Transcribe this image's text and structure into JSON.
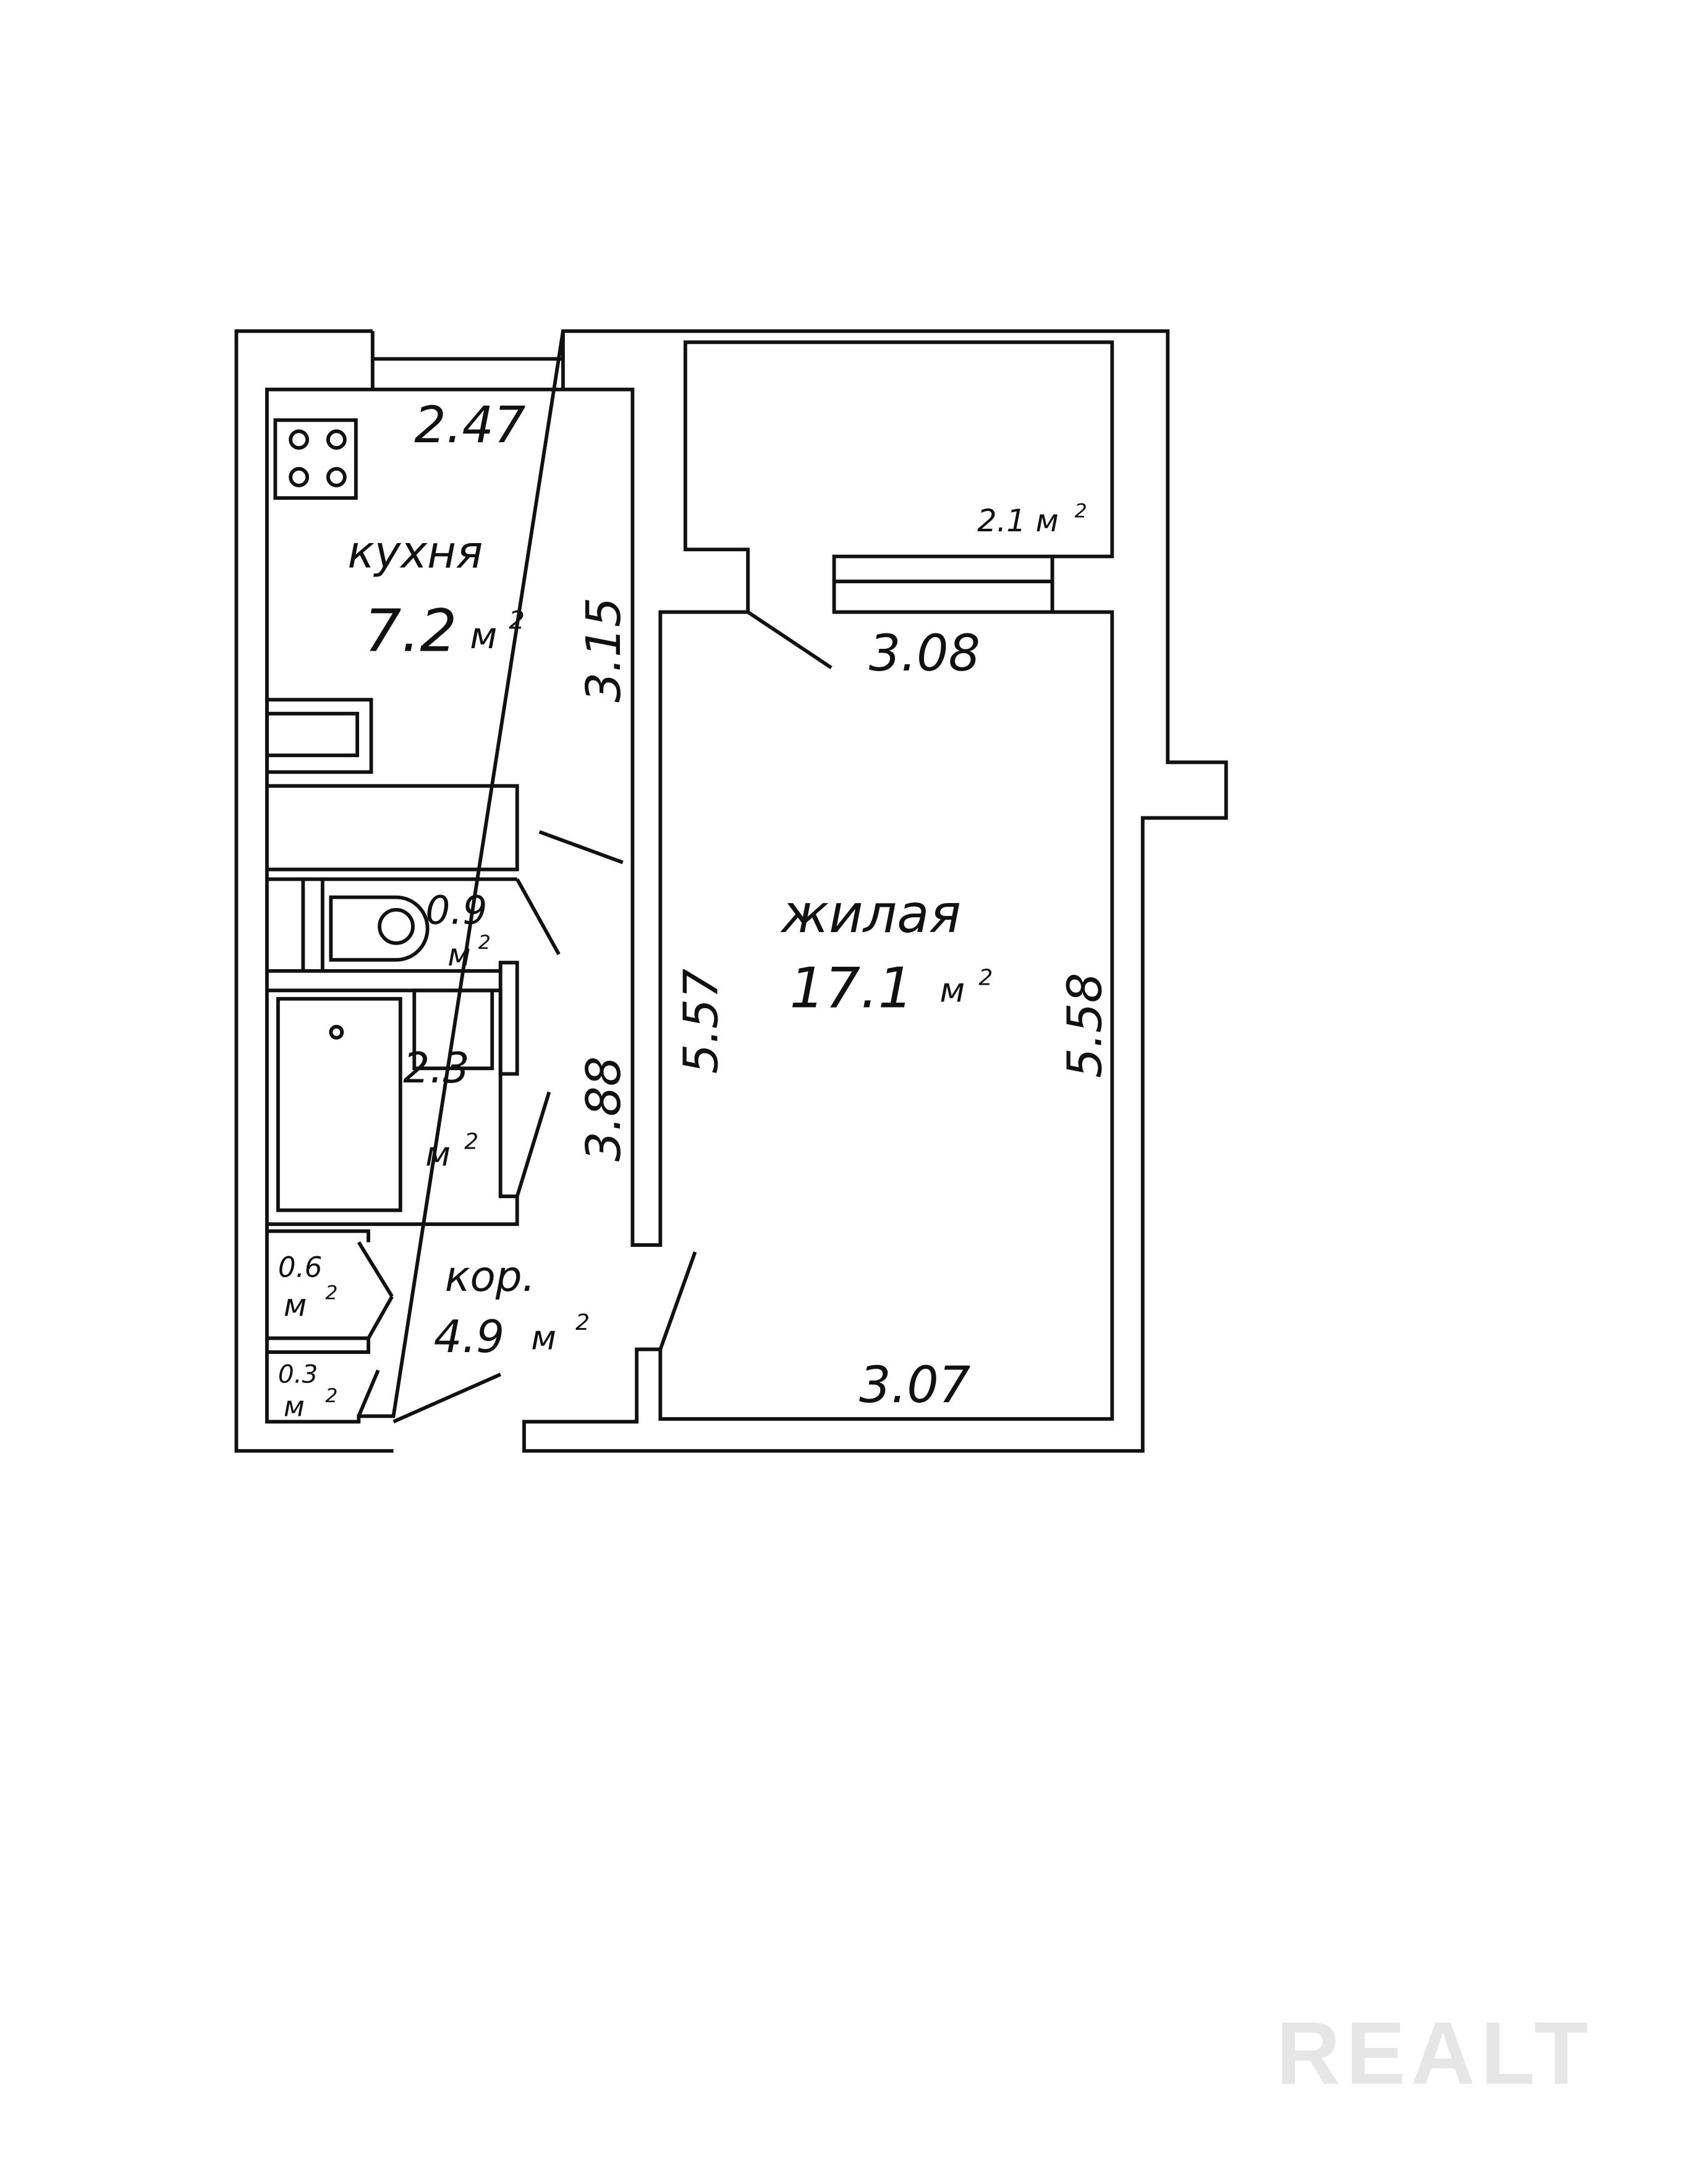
{
  "kitchen": {
    "label": "кухня",
    "area": "7.2",
    "unit": "м",
    "sup": "2",
    "width": "2.47",
    "length": "3.15"
  },
  "balcony": {
    "area": "2.1 м",
    "sup": "2"
  },
  "living": {
    "label": "жилая",
    "area": "17.1",
    "unit": "м",
    "sup": "2",
    "width_top": "3.08",
    "width_bottom": "3.07",
    "length_left": "5.57",
    "length_right": "5.58"
  },
  "wc": {
    "area": "0.9",
    "unit": "м",
    "sup": "2"
  },
  "bath": {
    "area": "2.3",
    "unit": "м",
    "sup": "2"
  },
  "corridor": {
    "label": "кор.",
    "area": "4.9",
    "unit": "м",
    "sup": "2",
    "length": "3.88"
  },
  "closet1": {
    "area": "0.6",
    "unit": "м",
    "sup": "2"
  },
  "closet2": {
    "area": "0.3",
    "unit": "м",
    "sup": "2"
  },
  "watermark": "REALT"
}
